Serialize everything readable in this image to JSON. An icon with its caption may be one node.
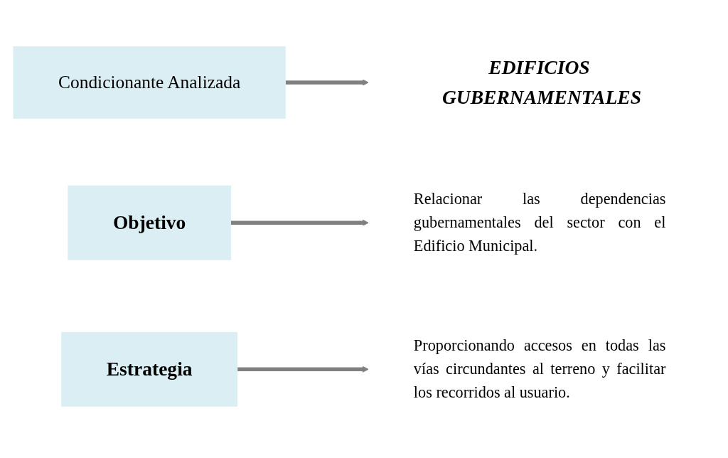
{
  "diagram": {
    "nodes": [
      {
        "text": [
          "Condicionante Analizada"
        ]
      },
      {
        "text": [
          "EDIFICIOS GUBERNAMENTALES"
        ]
      },
      {
        "text": [
          "Objetivo"
        ]
      },
      {
        "text": [
          "Relacionar las dependencias gubernamentales del sector con el Edificio Municipal."
        ]
      },
      {
        "text": [
          "Estrategia"
        ]
      },
      {
        "text": [
          "Proporcionando accesos en todas las vías circundantes al terreno y facilitar los recorridos al usuario."
        ]
      }
    ],
    "edges": [
      {
        "from": 0,
        "to": 1,
        "arrow": "to"
      },
      {
        "from": 2,
        "to": 3,
        "arrow": "to"
      },
      {
        "from": 4,
        "to": 5,
        "arrow": "to"
      }
    ]
  }
}
